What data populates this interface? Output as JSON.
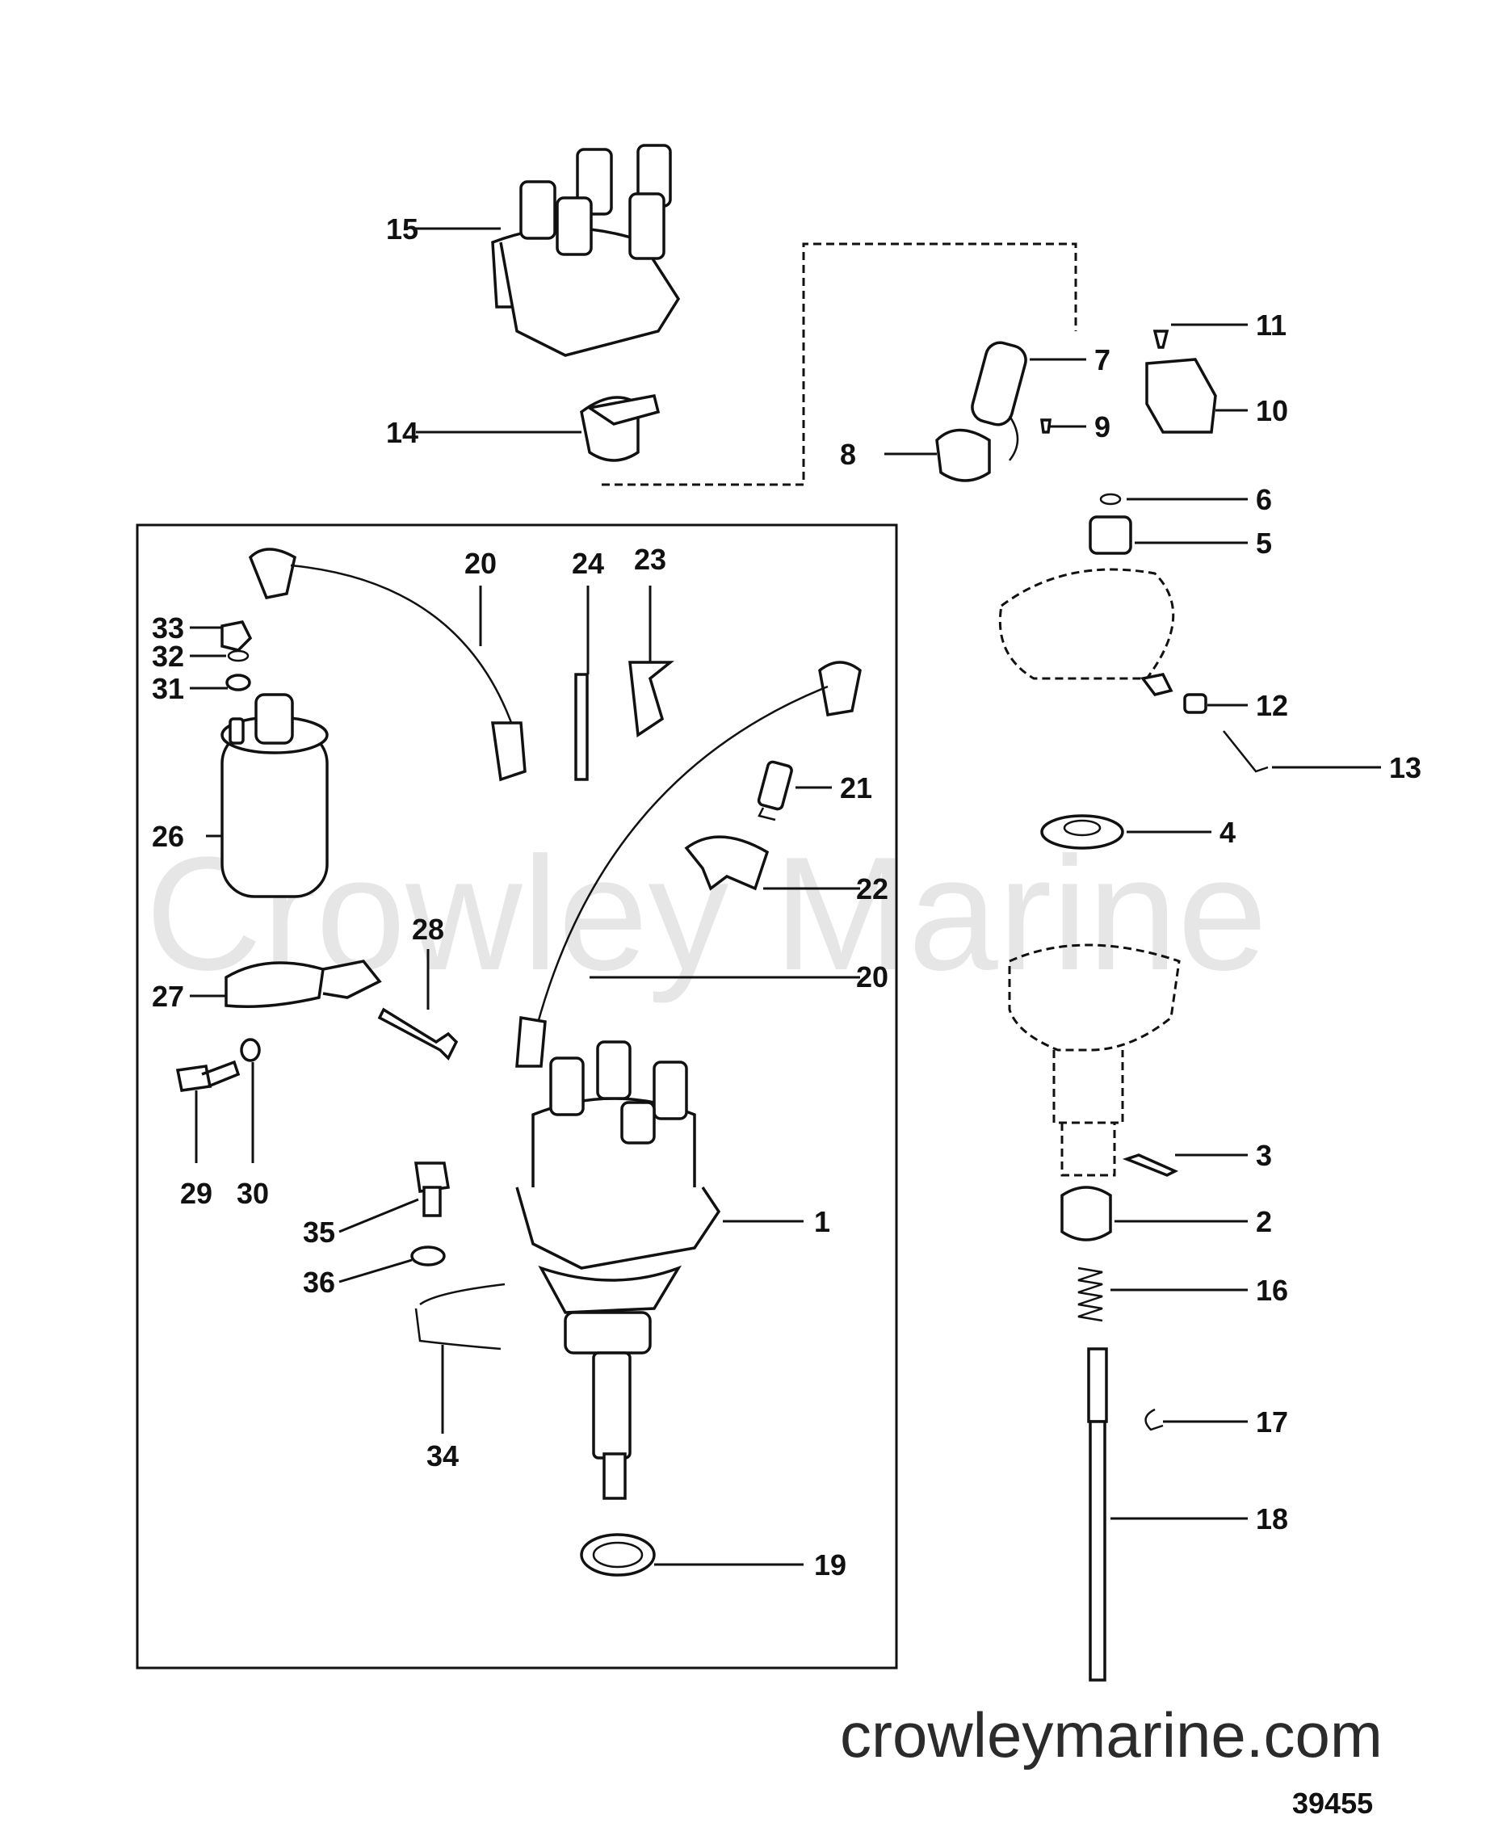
{
  "watermark": "Crowley Marine",
  "website": "crowleymarine.com",
  "diagram_number": "39455",
  "part_callouts": {
    "p1": "1",
    "p2": "2",
    "p3": "3",
    "p4": "4",
    "p5": "5",
    "p6": "6",
    "p7": "7",
    "p8": "8",
    "p9": "9",
    "p10": "10",
    "p11": "11",
    "p12": "12",
    "p13": "13",
    "p14": "14",
    "p15": "15",
    "p16": "16",
    "p17": "17",
    "p18": "18",
    "p19": "19",
    "p20": "20",
    "p21": "21",
    "p22": "22",
    "p23": "23",
    "p24": "24",
    "p26": "26",
    "p27": "27",
    "p28": "28",
    "p29": "29",
    "p30": "30",
    "p31": "31",
    "p32": "32",
    "p33": "33",
    "p34": "34",
    "p35": "35",
    "p36": "36"
  }
}
